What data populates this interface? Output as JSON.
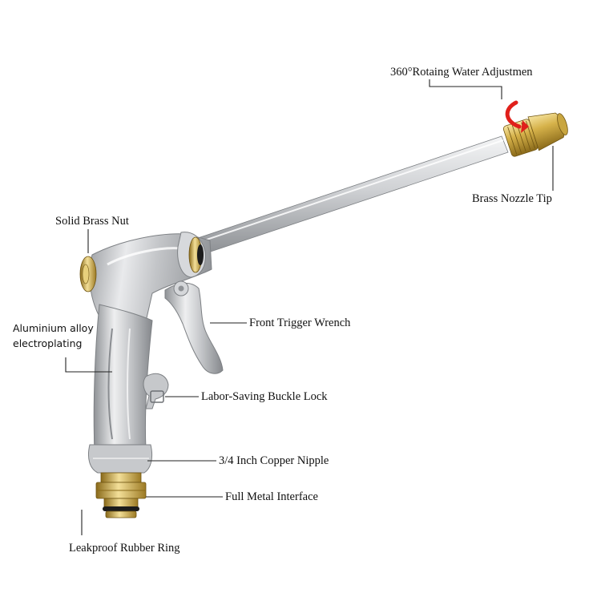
{
  "labels": {
    "rotating_adjust": "360°Rotaing Water Adjustmen",
    "nozzle_tip": "Brass Nozzle Tip",
    "brass_nut": "Solid Brass Nut",
    "alloy_line1": "Aluminium alloy",
    "alloy_line2": "electroplating",
    "trigger": "Front Trigger Wrench",
    "buckle_lock": "Labor-Saving Buckle Lock",
    "copper_nipple": "3/4 Inch Copper Nipple",
    "metal_interface": "Full Metal Interface",
    "rubber_ring": "Leakproof Rubber Ring"
  },
  "colors": {
    "background": "#ffffff",
    "label_text": "#111111",
    "leader_line": "#222222",
    "rotation_arrow": "#e0201b",
    "brass": "#c9a640",
    "silver": "#c4c6c9",
    "rubber": "#1c1c1c"
  }
}
